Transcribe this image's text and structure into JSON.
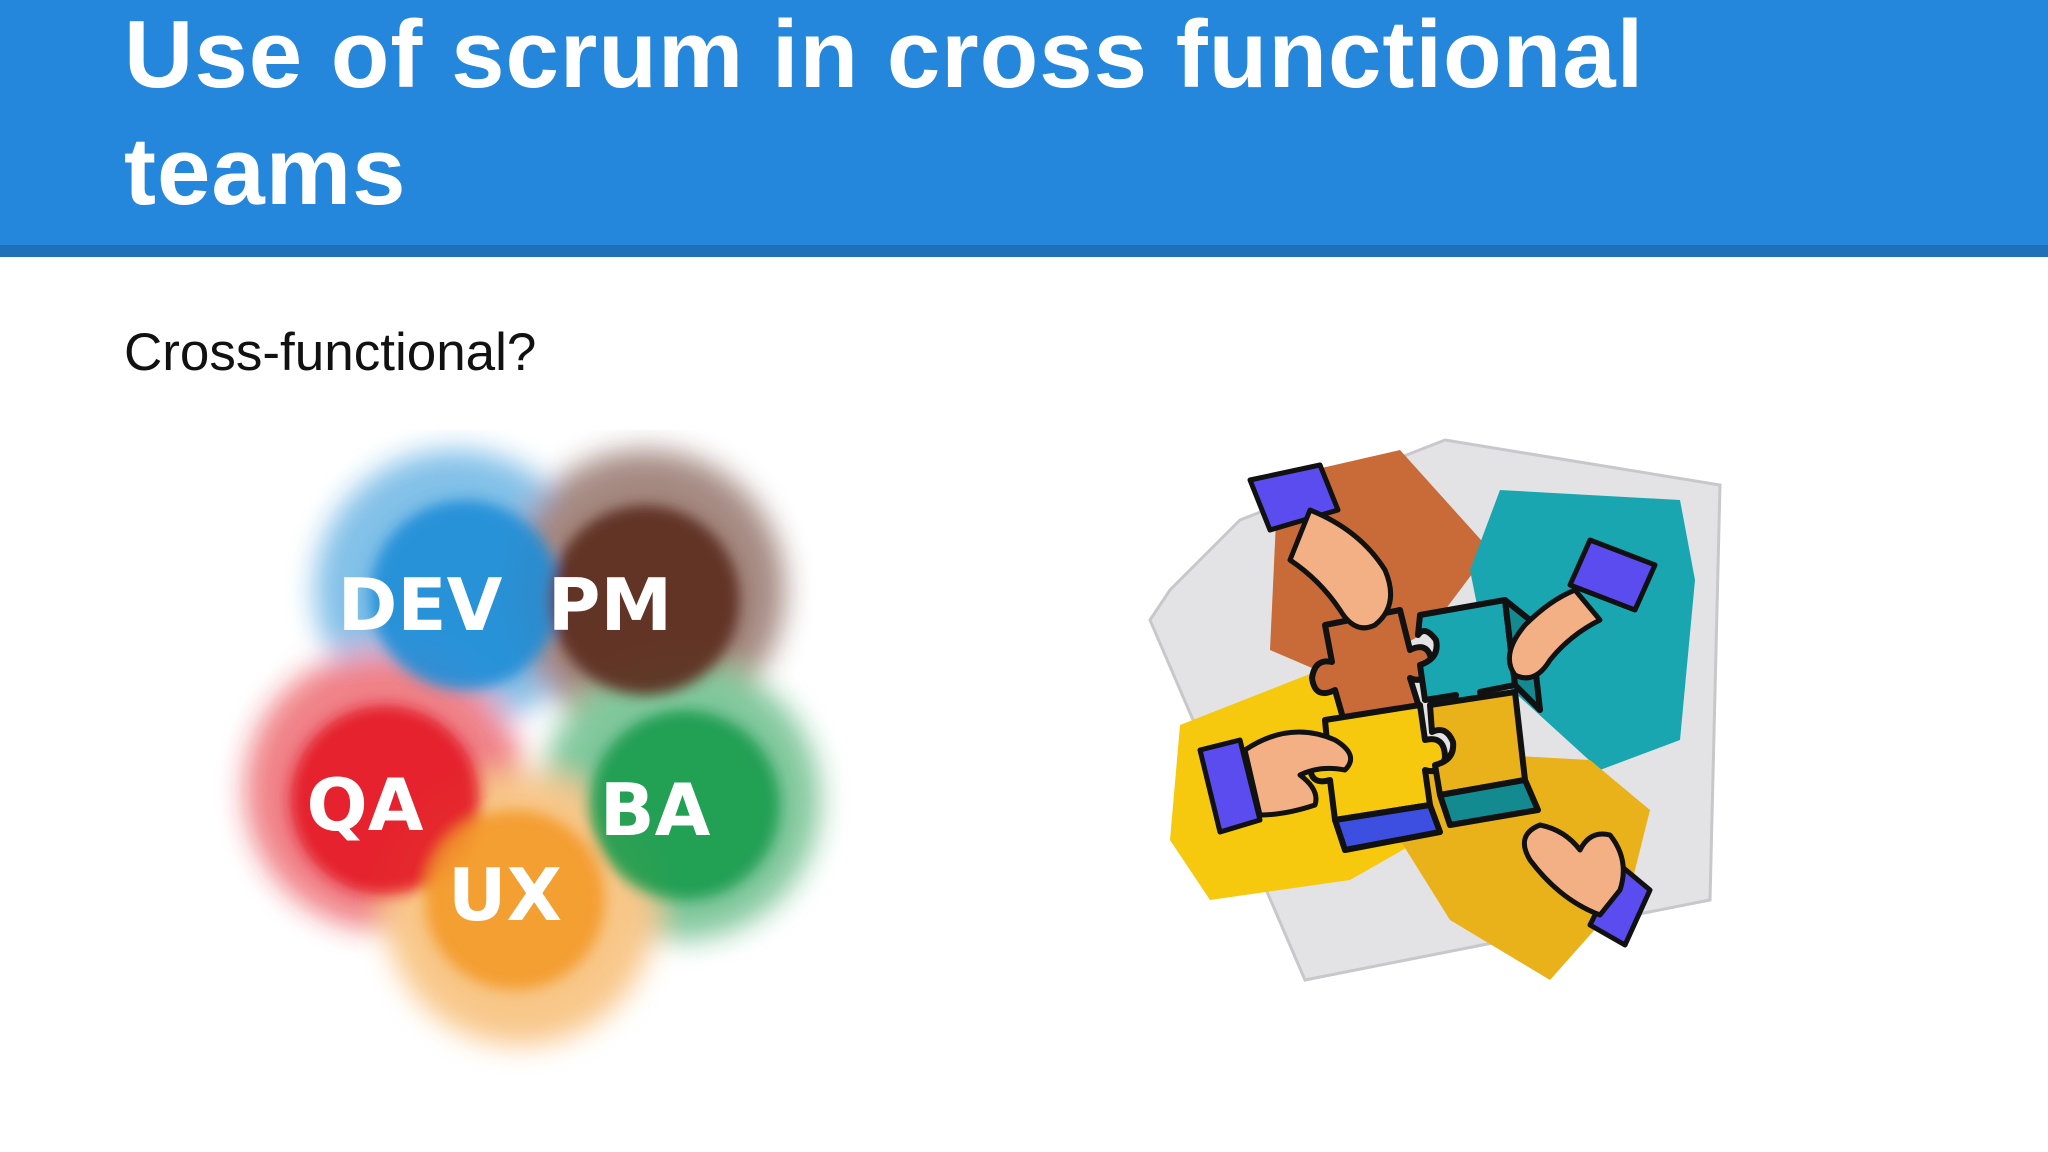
{
  "slide": {
    "title": "Use of scrum in cross functional teams",
    "subtitle": "Cross-functional?"
  },
  "roles_graphic": {
    "labels": {
      "dev": "DEV",
      "pm": "PM",
      "qa": "QA",
      "ba": "BA",
      "ux": "UX"
    },
    "colors": {
      "dev": "#1e8dd6",
      "pm": "#5c2b1b",
      "qa": "#e31b25",
      "ba": "#1a9b4d",
      "ux": "#f39a2a"
    }
  },
  "puzzle_graphic": {
    "icon": "hands-assembling-puzzle-icon",
    "colors": {
      "brown": "#c86b38",
      "teal": "#1aa6b0",
      "yellow": "#f6c90e",
      "gold": "#e9b21a",
      "cuff": "#5b4cf0",
      "skin": "#f3b085",
      "paper": "#e3e3e6"
    }
  },
  "theme": {
    "header_color": "#2587db",
    "header_rule_color": "#1f6fb9"
  }
}
